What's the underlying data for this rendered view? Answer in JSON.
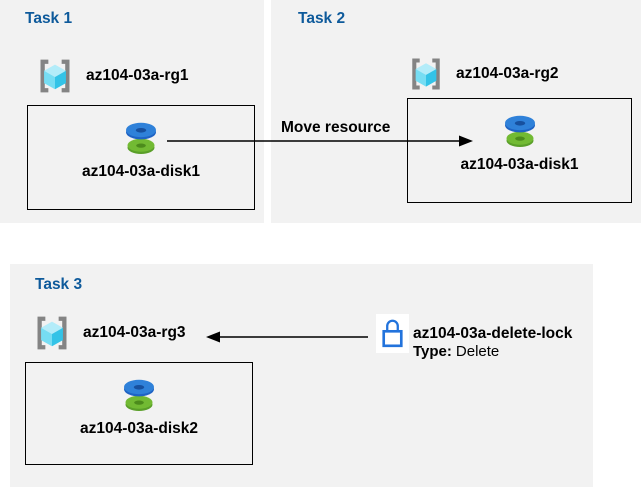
{
  "tasks": [
    {
      "title": "Task 1",
      "resource_group": "az104-03a-rg1",
      "disk": "az104-03a-disk1"
    },
    {
      "title": "Task 2",
      "resource_group": "az104-03a-rg2",
      "disk": "az104-03a-disk1"
    },
    {
      "title": "Task 3",
      "resource_group": "az104-03a-rg3",
      "disk": "az104-03a-disk2"
    }
  ],
  "move_arrow_label": "Move resource",
  "lock": {
    "name": "az104-03a-delete-lock",
    "type_label": "Type:",
    "type_value": "Delete"
  },
  "icons": {
    "resource_group": "resource-group-icon",
    "disk": "managed-disk-icon",
    "lock": "lock-icon",
    "arrow_right": "arrow-right-icon",
    "arrow_left": "arrow-left-icon"
  },
  "colors": {
    "panel_background": "#f2f2f2",
    "task_title_blue": "#0e5a9b",
    "text_black": "#000000",
    "box_border": "#000000",
    "arrow_black": "#000000",
    "lock_blue": "#2273dc",
    "disk_blue_top": "#2f81d9",
    "disk_blue_side": "#1f63c4",
    "disk_blue_hole": "#17509e",
    "disk_green_top": "#72ba33",
    "disk_green_side": "#5a9f29",
    "disk_green_hole": "#4c8b1c",
    "cube_cyan_light": "#b3ecf9",
    "cube_cyan_mid": "#76ddf3",
    "cube_cyan_dark": "#33c3e7",
    "bracket_gray": "#848484"
  }
}
